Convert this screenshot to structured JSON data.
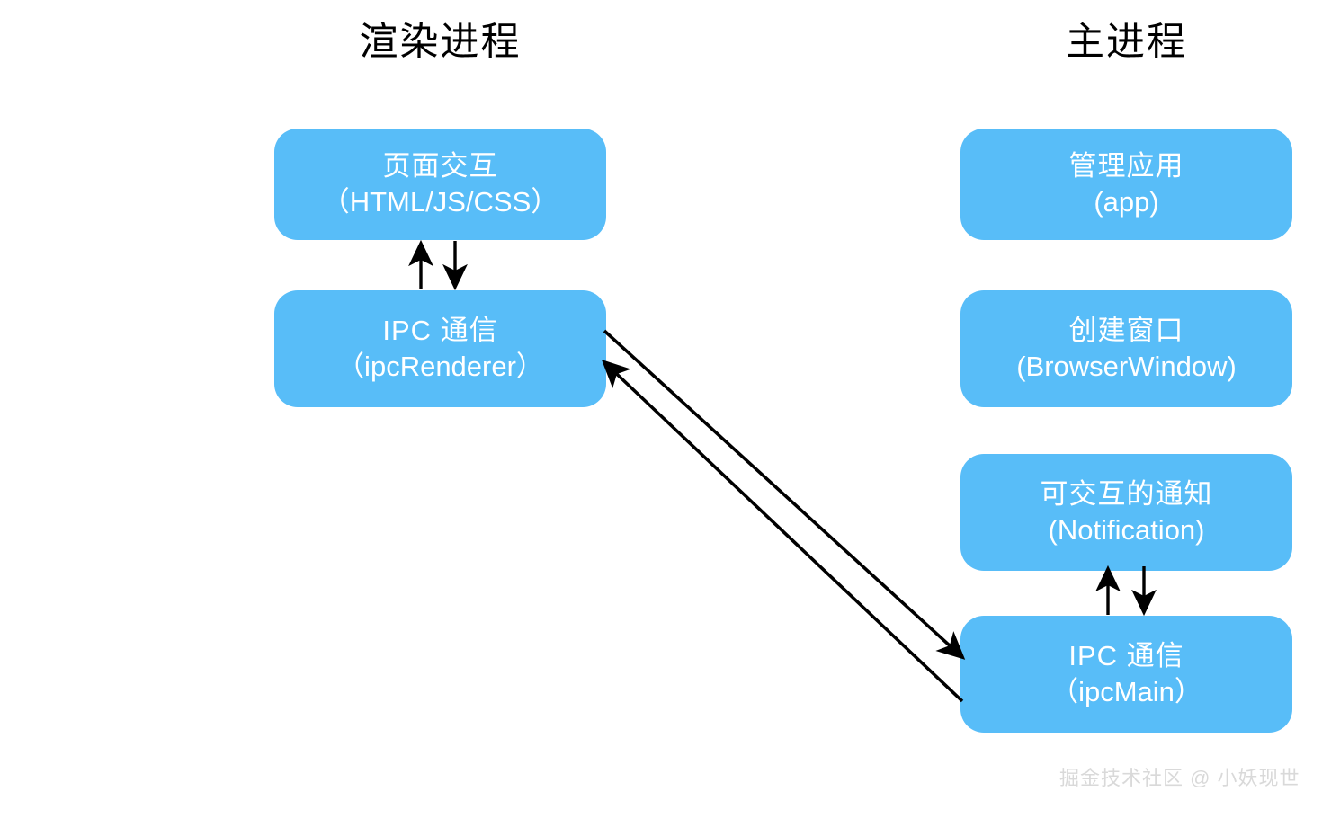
{
  "diagram": {
    "type": "flow-diagram",
    "columns": [
      {
        "id": "renderer",
        "title": "渲染进程"
      },
      {
        "id": "main",
        "title": "主进程"
      }
    ],
    "accent_color": "#58bdf8",
    "text_color": "#ffffff",
    "arrow_color": "#000000",
    "background": "#ffffff",
    "nodes": [
      {
        "id": "page-interaction",
        "column": "renderer",
        "line1": "页面交互",
        "line2": "（HTML/JS/CSS）"
      },
      {
        "id": "ipc-renderer",
        "column": "renderer",
        "line1": "IPC 通信",
        "line2": "（ipcRenderer）"
      },
      {
        "id": "app",
        "column": "main",
        "line1": "管理应用",
        "line2": "(app)"
      },
      {
        "id": "browser-window",
        "column": "main",
        "line1": "创建窗口",
        "line2": "(BrowserWindow)"
      },
      {
        "id": "notification",
        "column": "main",
        "line1": "可交互的通知",
        "line2": "(Notification)"
      },
      {
        "id": "ipc-main",
        "column": "main",
        "line1": "IPC 通信",
        "line2": "（ipcMain）"
      }
    ],
    "edges": [
      {
        "id": "edge-ipc-renderer-to-page",
        "from": "ipc-renderer",
        "to": "page-interaction",
        "direction": "up",
        "style": "straight-vertical"
      },
      {
        "id": "edge-page-to-ipc-renderer",
        "from": "page-interaction",
        "to": "ipc-renderer",
        "direction": "down",
        "style": "straight-vertical"
      },
      {
        "id": "edge-ipc-main-to-notification",
        "from": "ipc-main",
        "to": "notification",
        "direction": "up",
        "style": "straight-vertical"
      },
      {
        "id": "edge-notification-to-ipc-main",
        "from": "notification",
        "to": "ipc-main",
        "direction": "down",
        "style": "straight-vertical"
      },
      {
        "id": "edge-ipc-renderer-to-ipc-main",
        "from": "ipc-renderer",
        "to": "ipc-main",
        "direction": "down-right",
        "style": "diagonal"
      },
      {
        "id": "edge-ipc-main-to-ipc-renderer",
        "from": "ipc-main",
        "to": "ipc-renderer",
        "direction": "up-left",
        "style": "diagonal"
      }
    ]
  },
  "watermark": {
    "text": "掘金技术社区 @ 小妖现世"
  }
}
